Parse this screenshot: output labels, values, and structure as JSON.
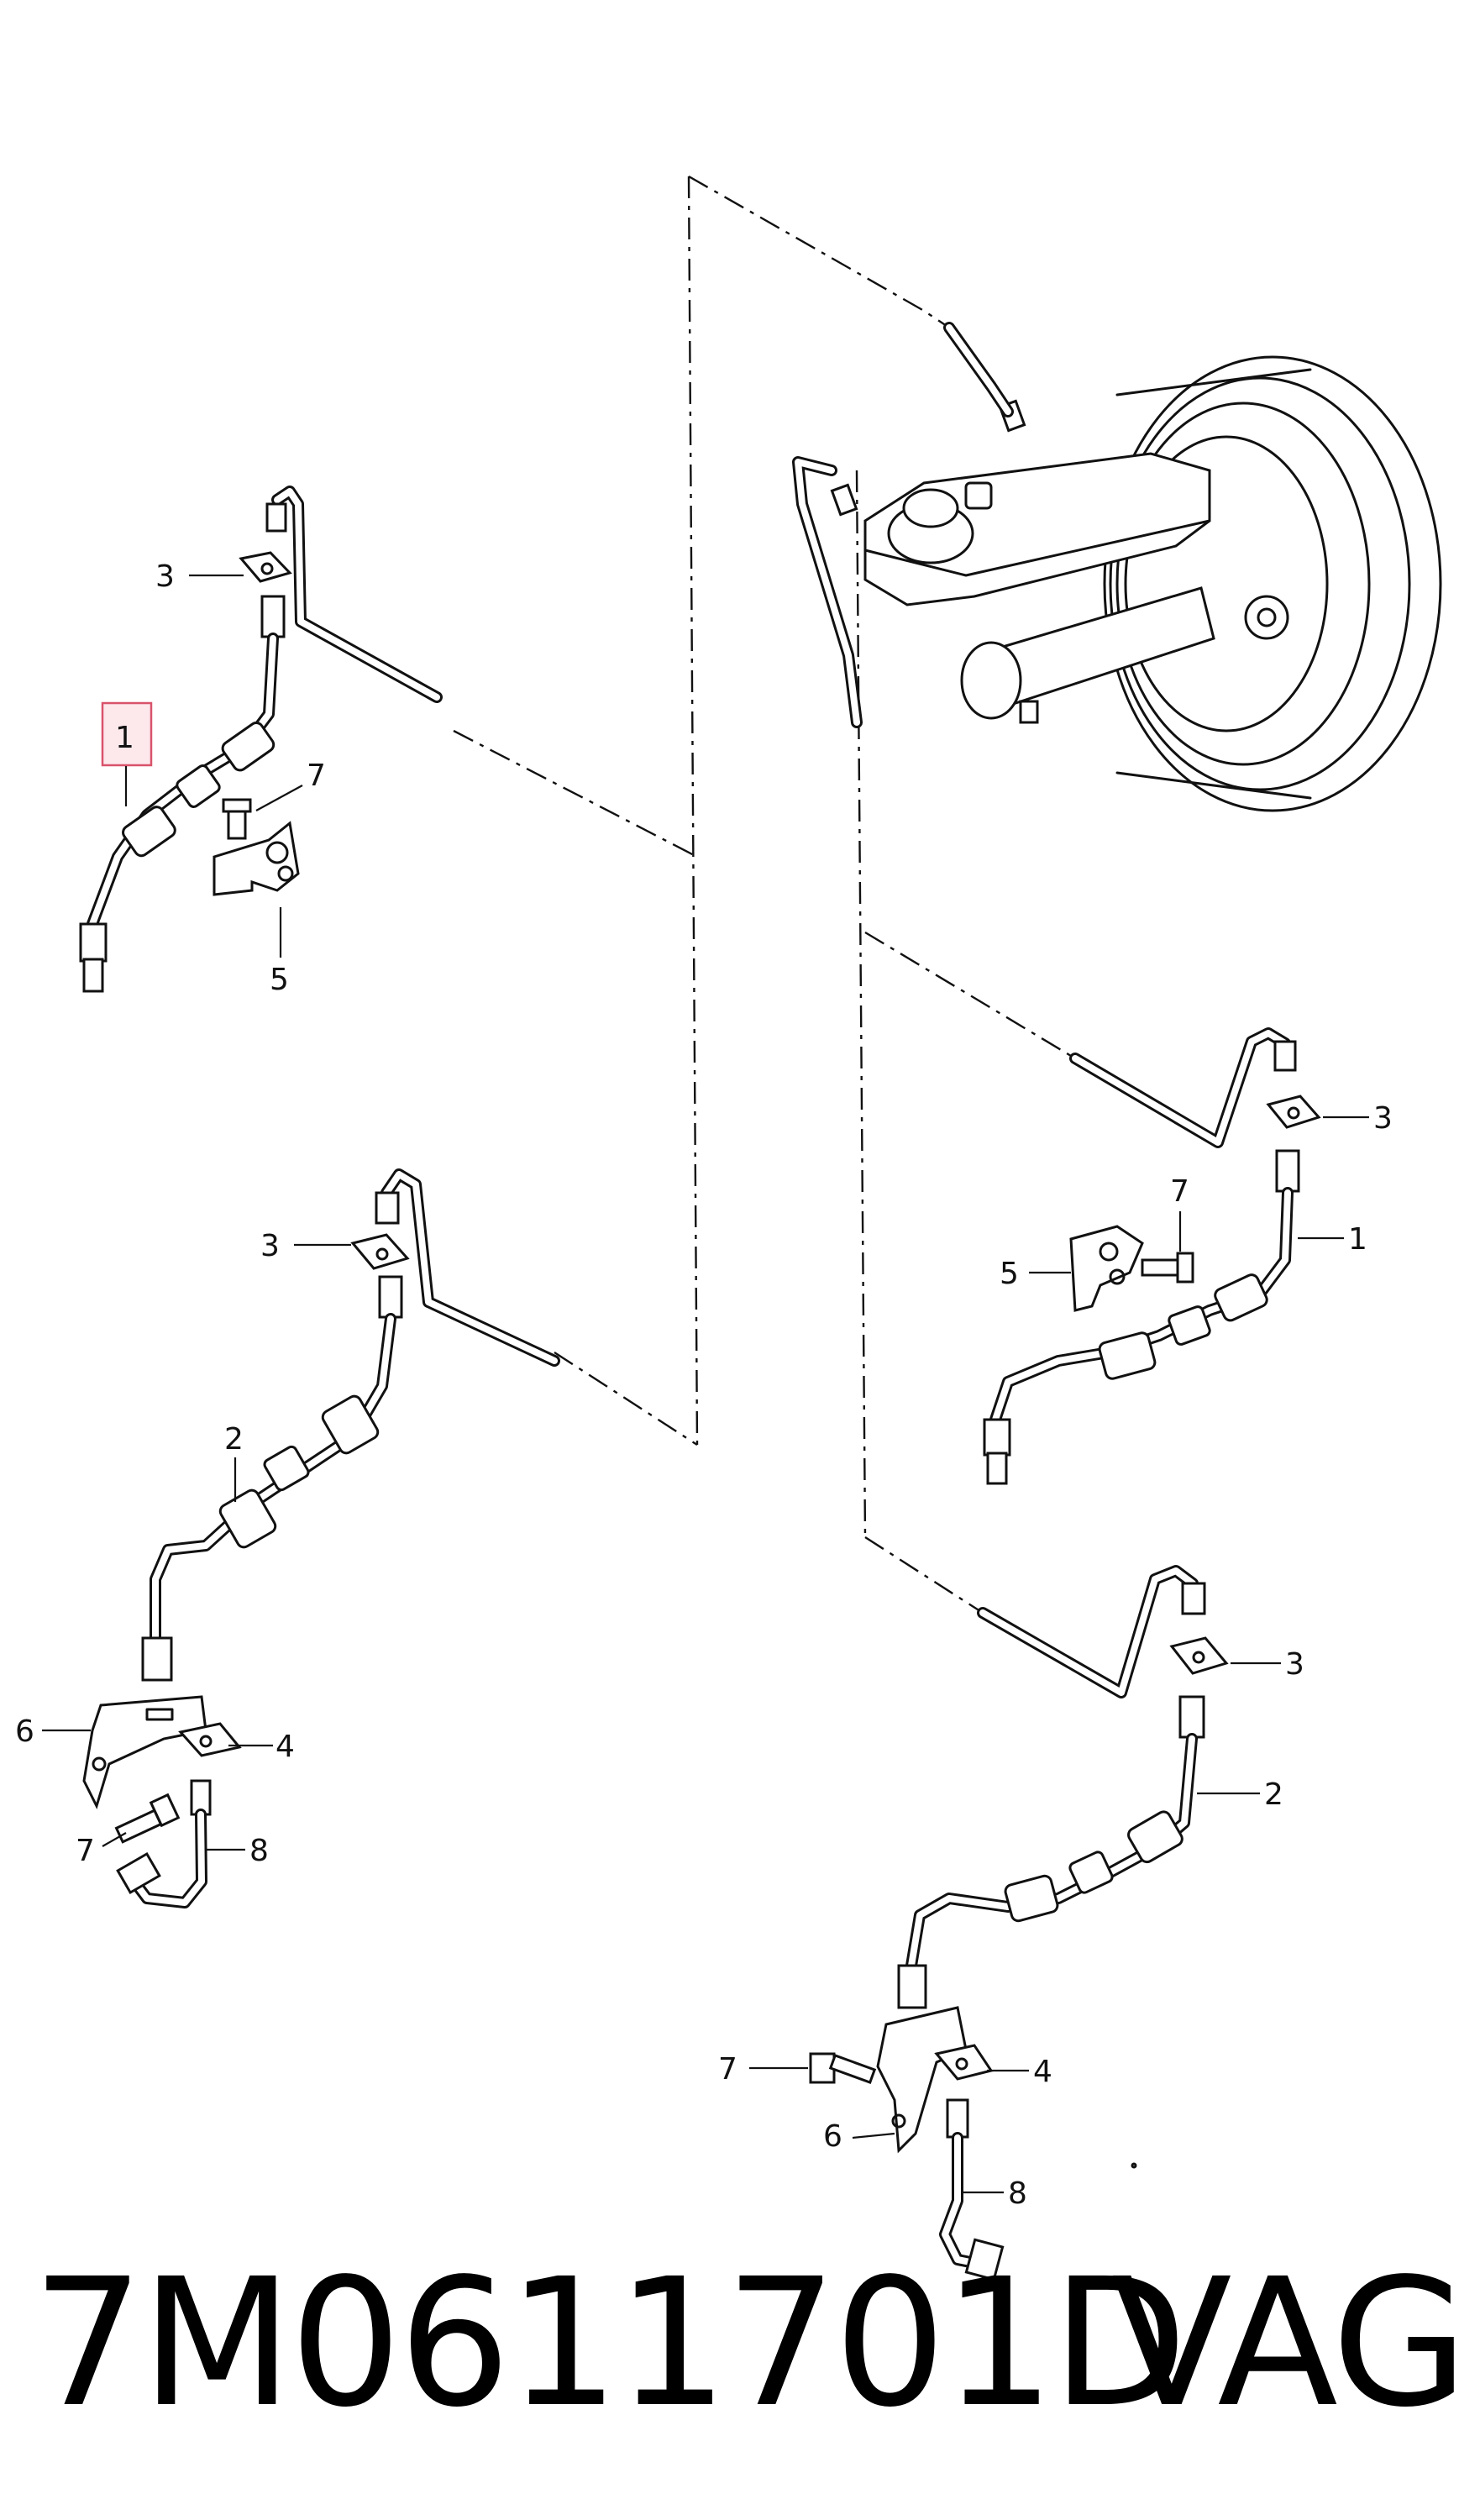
{
  "callouts": {
    "c1_top_left": "1",
    "c3_top_left": "3",
    "c7_top_left": "7",
    "c5_top_left": "5",
    "c3_mid_left": "3",
    "c2_mid_left": "2",
    "c6_left": "6",
    "c4_left": "4",
    "c7_left": "7",
    "c8_left": "8",
    "c3_right_top": "3",
    "c7_right": "7",
    "c5_right": "5",
    "c1_right": "1",
    "c3_right_mid": "3",
    "c2_right": "2",
    "c7_right_low": "7",
    "c4_right": "4",
    "c6_right": "6",
    "c8_right": "8"
  },
  "highlight": {
    "color": "#d9536b",
    "fill": "#fde8ec"
  },
  "footer": {
    "part_number": "7M0611701D",
    "brand": "VAG"
  }
}
